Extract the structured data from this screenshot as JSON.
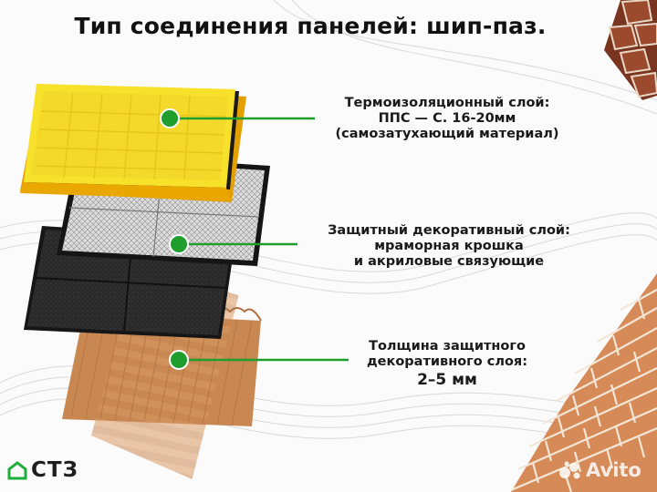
{
  "title": "Тип соединения панелей: шип-паз.",
  "labels": {
    "thermal": {
      "line1": "Термоизоляционный слой:",
      "line2": "ППС — С. 16-20мм",
      "line3": "(самозатухающий материал)"
    },
    "decorative": {
      "line1": "Защитный декоративный слой:",
      "line2": "мраморная крошка",
      "line3": "и акриловые связующие"
    },
    "thickness": {
      "line1": "Толщина защитного",
      "line2": "декоративного слоя:",
      "line3": "2–5 мм"
    }
  },
  "brand": {
    "logo_text": "СТЗ",
    "watermark_text": "Avito"
  },
  "colors": {
    "marker": "#1f9e2e",
    "leader_line": "#1f9e2e",
    "foam": "#f7e12a",
    "foam_edge": "#e9a700",
    "mesh": "#cfcfcf",
    "stone": "#2c2c2c",
    "terracotta": "#d69560",
    "brick": "#9b4a2d",
    "brick_light": "#d68a57"
  }
}
